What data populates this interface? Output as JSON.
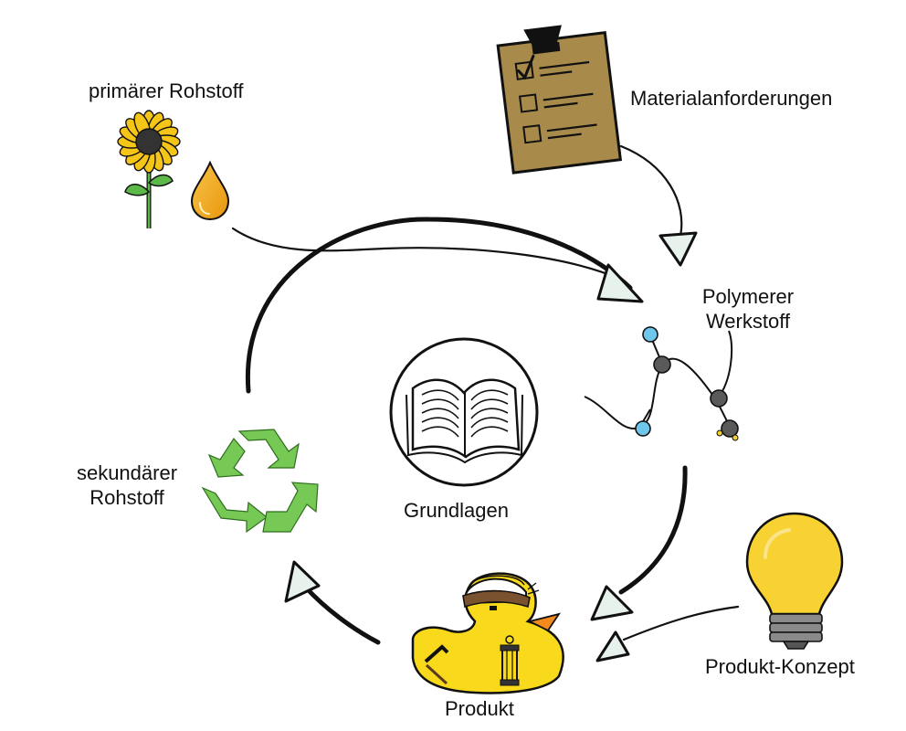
{
  "labels": {
    "primary_raw_material": "primärer Rohstoff",
    "material_requirements": "Materialanforderungen",
    "polymer_material_line1": "Polymerer",
    "polymer_material_line2": "Werkstoff",
    "fundamentals": "Grundlagen",
    "secondary_raw_material_line1": "sekundärer",
    "secondary_raw_material_line2": "Rohstoff",
    "product": "Produkt",
    "product_concept": "Produkt-Konzept"
  },
  "icons": {
    "primary": "sunflower-and-oil-drop",
    "requirements": "clipboard-checklist",
    "polymer": "molecule-chain",
    "fundamentals": "open-book",
    "product": "rubber-duck-with-helmet",
    "concept": "light-bulb",
    "secondary": "recycling-arrows"
  },
  "colors": {
    "stroke": "#111111",
    "arrowhead_fill": "#e8f2ec",
    "clipboard": "#a88a4a",
    "sunflower_petal": "#f5c518",
    "oil_drop": "#f0a81c",
    "stem": "#5db84a",
    "recycle": "#77c955",
    "duck": "#f9d91c",
    "beak": "#f28a1e",
    "bulb": "#f7d232",
    "atom_blue": "#6ec6ea",
    "atom_gray": "#5a5a5a"
  }
}
